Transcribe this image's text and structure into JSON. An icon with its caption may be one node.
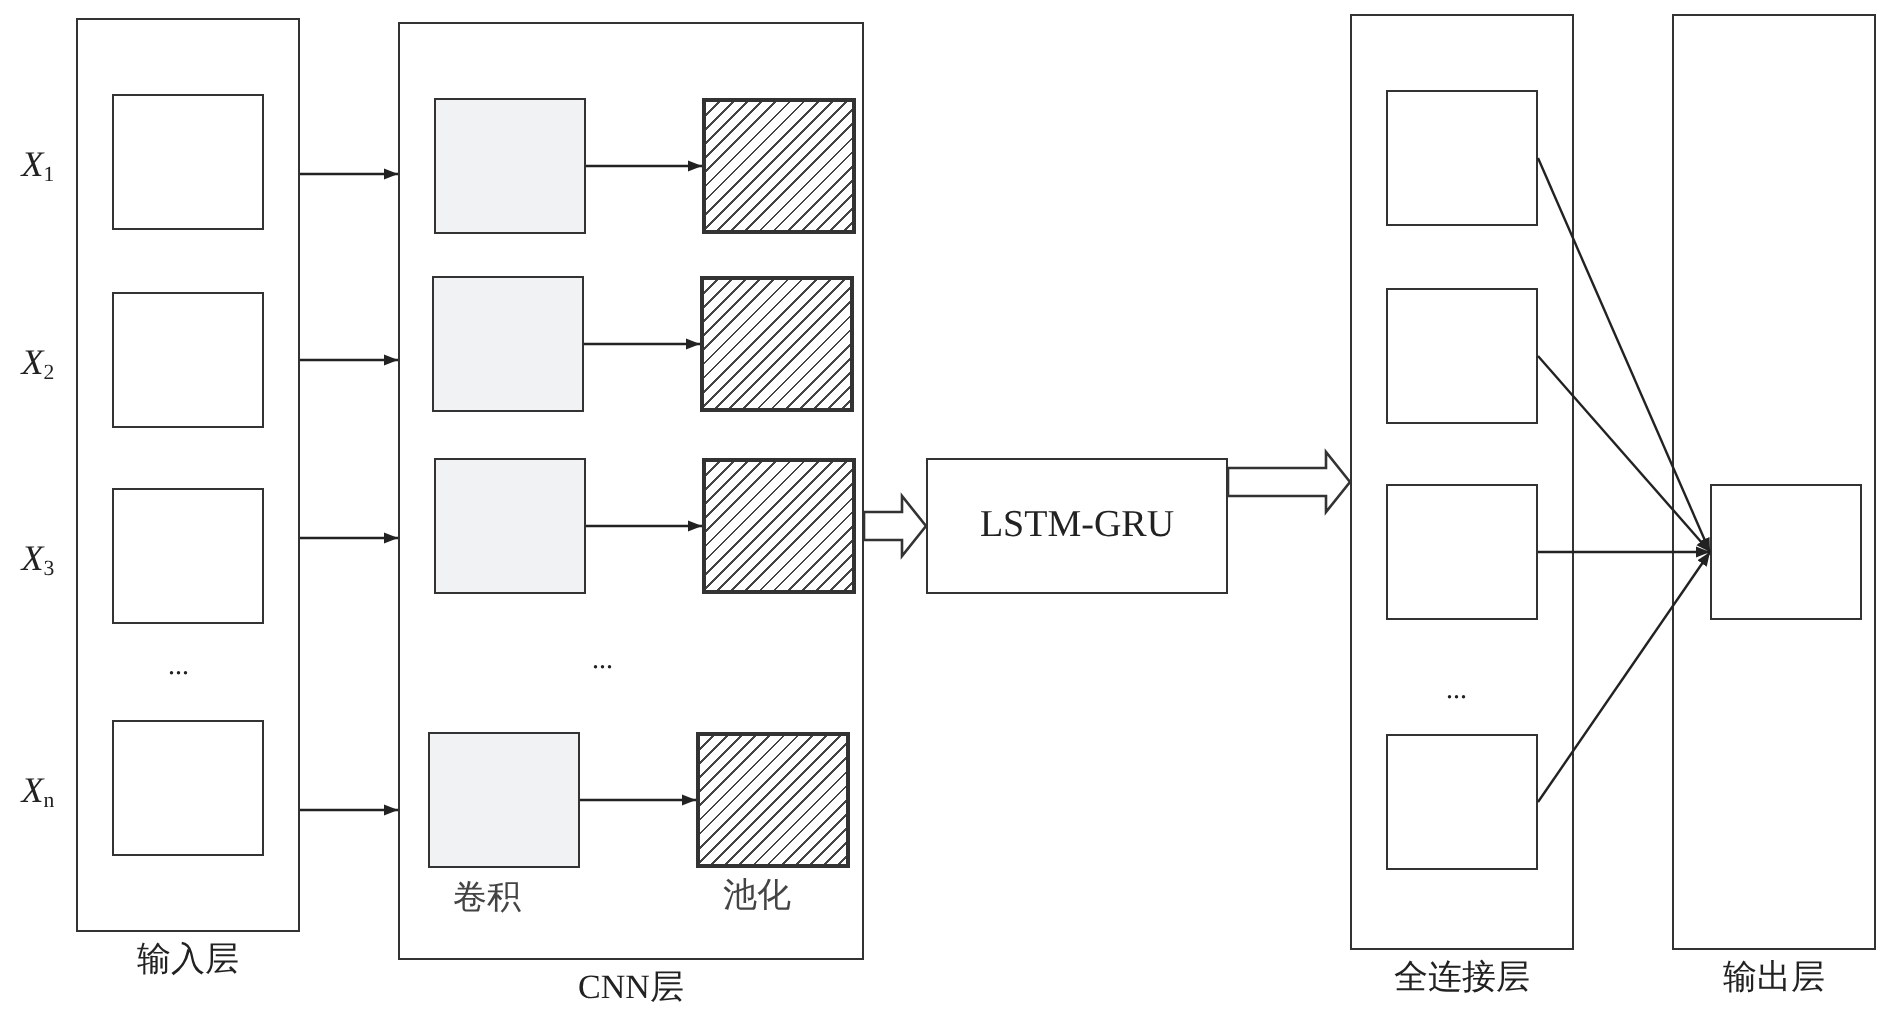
{
  "diagram": {
    "nodes": [
      {
        "text": [
          "输入层"
        ]
      },
      {
        "text": [],
        "shape": "box",
        "in": 0,
        "beside": [
          "*X*$_{1}$"
        ]
      },
      {
        "text": [],
        "shape": "box",
        "in": 0,
        "beside": [
          "*X*$_{2}$"
        ]
      },
      {
        "text": [],
        "shape": "box",
        "in": 0,
        "beside": [
          "*X*$_{3}$"
        ]
      },
      {
        "text": [],
        "shape": "box",
        "in": 0,
        "beside": [
          "*X*$_{n}$"
        ]
      },
      {
        "text": [
          "CNN层"
        ]
      },
      {
        "text": [],
        "shape": "box",
        "in": 5
      },
      {
        "text": [],
        "shape": "box",
        "in": 5
      },
      {
        "text": [],
        "shape": "box",
        "in": 5
      },
      {
        "text": [],
        "shape": "box",
        "in": 5
      },
      {
        "text": [],
        "shape": "box",
        "in": 5
      },
      {
        "text": [],
        "shape": "box",
        "in": 5
      },
      {
        "text": [],
        "shape": "box",
        "in": 5,
        "beside": [
          "卷积"
        ]
      },
      {
        "text": [],
        "shape": "box",
        "in": 5,
        "beside": [
          "池化"
        ]
      },
      {
        "text": [
          "LSTM-GRU"
        ]
      },
      {
        "text": [
          "全连接层"
        ]
      },
      {
        "text": [],
        "shape": "box",
        "in": 15
      },
      {
        "text": [],
        "shape": "box",
        "in": 15
      },
      {
        "text": [],
        "shape": "box",
        "in": 15
      },
      {
        "text": [],
        "shape": "box",
        "in": 15
      },
      {
        "text": [
          "输出层"
        ]
      },
      {
        "text": [],
        "shape": "box",
        "in": 20
      }
    ],
    "edges": [
      {
        "from": 0,
        "to": 5,
        "arrow": "to"
      },
      {
        "from": 0,
        "to": 5,
        "arrow": "to"
      },
      {
        "from": 0,
        "to": 5,
        "arrow": "to"
      },
      {
        "from": 0,
        "to": 5,
        "arrow": "to"
      },
      {
        "from": 6,
        "to": 7,
        "arrow": "to"
      },
      {
        "from": 8,
        "to": 9,
        "arrow": "to"
      },
      {
        "from": 10,
        "to": 11,
        "arrow": "to"
      },
      {
        "from": 12,
        "to": 13,
        "arrow": "to"
      },
      {
        "from": 5,
        "to": 14,
        "arrow": "to",
        "style": "thick"
      },
      {
        "from": 14,
        "to": 15,
        "arrow": "to",
        "style": "thick"
      },
      {
        "from": 16,
        "to": 21,
        "arrow": "to"
      },
      {
        "from": 17,
        "to": 21,
        "arrow": "to"
      },
      {
        "from": 18,
        "to": 21,
        "arrow": "to"
      },
      {
        "from": 19,
        "to": 21,
        "arrow": "to"
      }
    ],
    "labels": [
      "...",
      "...",
      "..."
    ]
  }
}
